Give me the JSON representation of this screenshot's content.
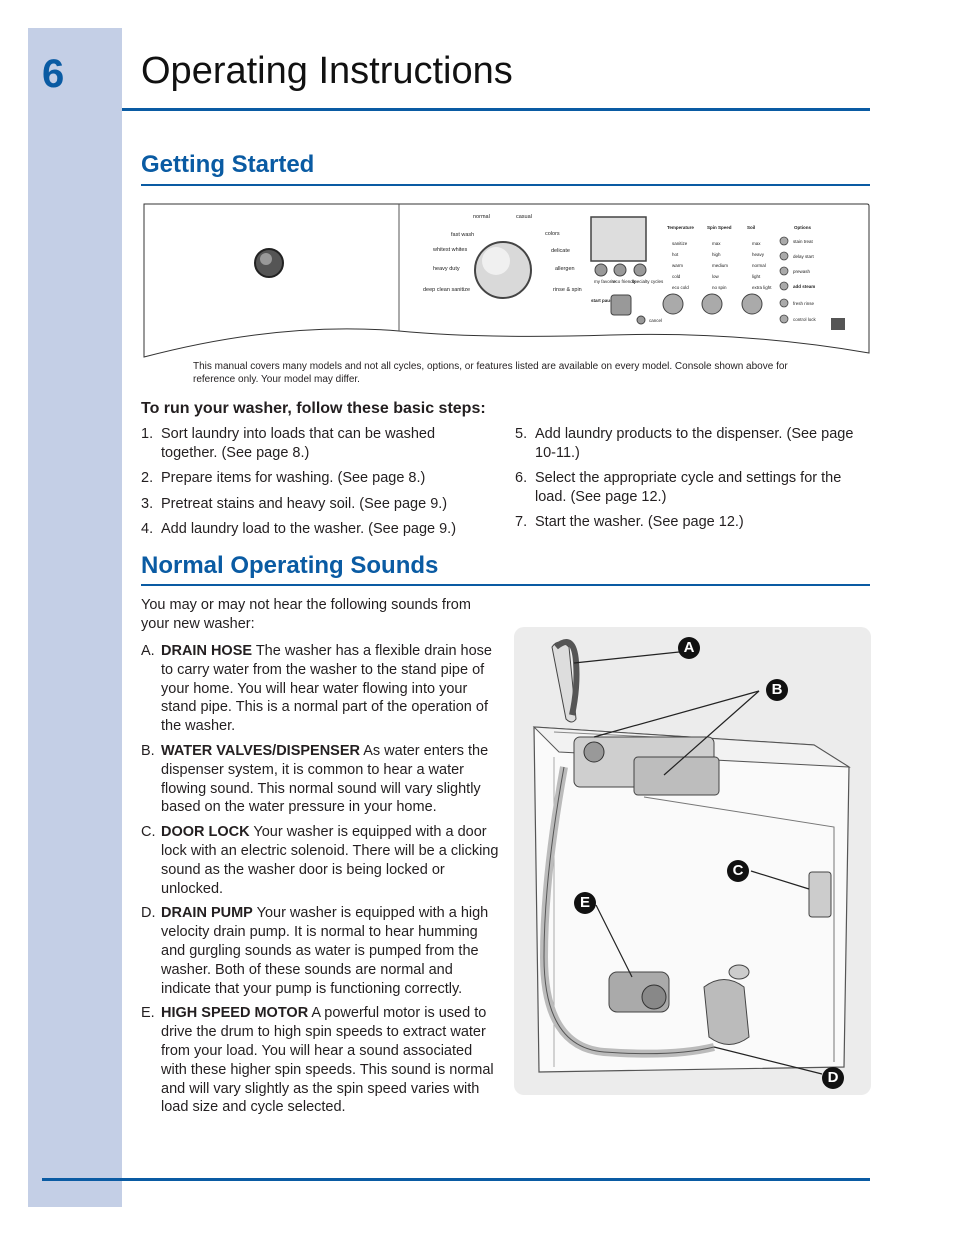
{
  "page_number": "6",
  "title": "Operating Instructions",
  "getting_started": {
    "heading": "Getting Started",
    "console": {
      "dial_left": [
        "normal",
        "casual",
        "fast wash",
        "whitest whites",
        "heavy duty",
        "deep clean sanitize"
      ],
      "dial_right": [
        "colors",
        "delicate",
        "allergen",
        "rinse & spin"
      ],
      "buttons": [
        "my favorite",
        "eco friendly",
        "specialty cycles"
      ],
      "start_label": "start pause",
      "cancel_label": "cancel",
      "col_headers": [
        "Temperature",
        "Spin Speed",
        "Soil",
        "Options"
      ],
      "temperature": [
        "sanitize",
        "hot",
        "warm",
        "cold",
        "eco cold"
      ],
      "spin": [
        "max",
        "high",
        "medium",
        "low",
        "no spin"
      ],
      "soil": [
        "max",
        "heavy",
        "normal",
        "light",
        "extra light"
      ],
      "options": [
        "stain treat",
        "delay start",
        "prewash",
        "add steam",
        "fresh rinse",
        "control lock"
      ]
    },
    "caption": "This manual covers many models and not all cycles, options, or features listed are available on every model. Console shown above for reference only. Your model may differ."
  },
  "steps": {
    "heading": "To run your washer, follow these basic steps:",
    "left": [
      {
        "n": "1.",
        "text": "Sort laundry into loads that can be washed together. (See page 8.)"
      },
      {
        "n": "2.",
        "text": "Prepare items for washing. (See page 8.)"
      },
      {
        "n": "3.",
        "text": "Pretreat stains and heavy soil. (See page 9.)"
      },
      {
        "n": "4.",
        "text": "Add laundry load to the washer. (See page 9.)"
      }
    ],
    "right": [
      {
        "n": "5.",
        "text": "Add laundry products to the dispenser. (See page 10-11.)"
      },
      {
        "n": "6.",
        "text": "Select the appropriate cycle and settings for the load. (See page 12.)"
      },
      {
        "n": "7.",
        "text": "Start the washer. (See page 12.)"
      }
    ]
  },
  "normal_sounds": {
    "heading": "Normal Operating Sounds",
    "intro": "You may or may not hear the following sounds from your new washer:",
    "items": [
      {
        "n": "A.",
        "term": "DRAIN HOSE",
        "text": " The washer has a flexible drain hose to carry water from the washer to the stand pipe of your home. You will hear water flowing into your stand pipe. This is a normal part of the operation of the washer."
      },
      {
        "n": "B.",
        "term": "WATER VALVES/DISPENSER",
        "text": " As water enters the dispenser system, it is common to hear a water flowing sound. This normal sound will vary slightly based on the water pressure in your home."
      },
      {
        "n": "C.",
        "term": "DOOR LOCK",
        "text": " Your washer is equipped with a door lock with an electric solenoid. There will be a clicking sound as the washer door is being locked or unlocked."
      },
      {
        "n": "D.",
        "term": "DRAIN PUMP",
        "text": " Your washer is equipped with a high velocity drain pump. It is normal to hear humming and gurgling sounds as water is pumped from the washer. Both of these sounds are normal and indicate that your pump is functioning correctly."
      },
      {
        "n": "E.",
        "term": "HIGH SPEED MOTOR",
        "text": " A powerful motor is used to drive the drum to high spin speeds to extract water from your load. You will hear a sound associated with these higher spin speeds. This sound is normal and will vary slightly as the spin speed varies with load size and cycle selected."
      }
    ],
    "diagram_labels": [
      "A",
      "B",
      "C",
      "D",
      "E"
    ]
  },
  "colors": {
    "accent": "#0a5ba3",
    "sidebar": "#c4cfe6"
  }
}
